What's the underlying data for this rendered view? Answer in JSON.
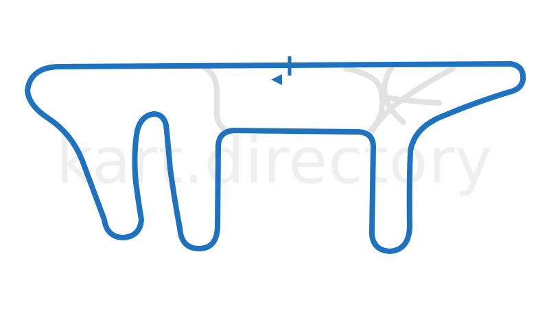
{
  "map": {
    "watermark": "kart.directory",
    "track_color": "#1f72c0",
    "alt_layout_color": "#e2e2e2",
    "watermark_color": "#efefef",
    "background_color": "#ffffff",
    "direction": "counter-clockwise",
    "start_finish_marker": "start-finish-line",
    "direction_marker": "direction-arrow-icon"
  }
}
